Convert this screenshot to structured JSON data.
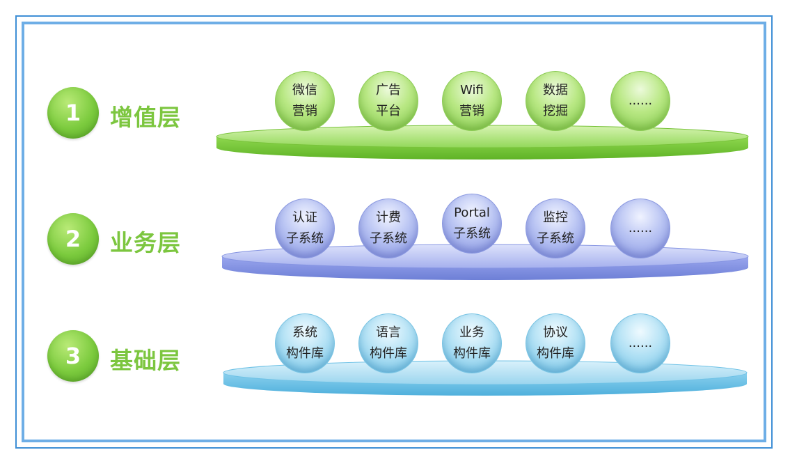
{
  "layers": [
    {
      "number": "1",
      "label": "增值层",
      "color": "#7cc63f",
      "items": [
        {
          "line1": "微信",
          "line2": "营销"
        },
        {
          "line1": "广告",
          "line2": "平台"
        },
        {
          "line1": "Wifi",
          "line2": "营销"
        },
        {
          "line1": "数据",
          "line2": "挖掘"
        },
        {
          "line1": "......",
          "line2": ""
        }
      ]
    },
    {
      "number": "2",
      "label": "业务层",
      "color": "#8594e2",
      "items": [
        {
          "line1": "认证",
          "line2": "子系统"
        },
        {
          "line1": "计费",
          "line2": "子系统"
        },
        {
          "line1": "Portal",
          "line2": "子系统"
        },
        {
          "line1": "监控",
          "line2": "子系统"
        },
        {
          "line1": "......",
          "line2": ""
        }
      ]
    },
    {
      "number": "3",
      "label": "基础层",
      "color": "#6fc2e6",
      "items": [
        {
          "line1": "系统",
          "line2": "构件库"
        },
        {
          "line1": "语言",
          "line2": "构件库"
        },
        {
          "line1": "业务",
          "line2": "构件库"
        },
        {
          "line1": "协议",
          "line2": "构件库"
        },
        {
          "line1": "......",
          "line2": ""
        }
      ]
    }
  ]
}
